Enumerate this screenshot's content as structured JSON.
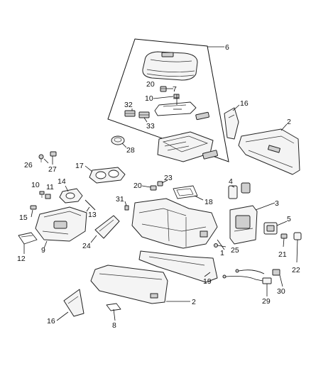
{
  "callouts": {
    "c1": "1",
    "c2a": "2",
    "c2b": "2",
    "c3": "3",
    "c4": "4",
    "c5": "5",
    "c6": "6",
    "c7": "7",
    "c8": "8",
    "c9": "9",
    "c10a": "10",
    "c10b": "10",
    "c11": "11",
    "c12": "12",
    "c13": "13",
    "c14": "14",
    "c15": "15",
    "c16a": "16",
    "c16b": "16",
    "c17": "17",
    "c18": "18",
    "c19": "19",
    "c20a": "20",
    "c20b": "20",
    "c21": "21",
    "c22": "22",
    "c23": "23",
    "c24": "24",
    "c25": "25",
    "c26": "26",
    "c27": "27",
    "c28": "28",
    "c29": "29",
    "c30": "30",
    "c31": "31",
    "c32": "32",
    "c33": "33"
  }
}
